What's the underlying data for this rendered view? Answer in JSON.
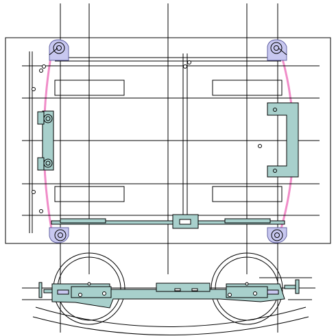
{
  "diagram": {
    "kind": "technical-drawing",
    "subject": "wagon-bogie",
    "views": [
      "plan-view",
      "side-elevation"
    ],
    "colors": {
      "background": "#ffffff",
      "line": "#000000",
      "frame-fill": "#a8d0cc",
      "spring-fill": "#c8c8f0",
      "spring-stroke": "#6060a0",
      "contour": "#f08cc8"
    },
    "parts": {
      "axleboxes": 4,
      "wheels": 2,
      "slots": 4
    }
  }
}
